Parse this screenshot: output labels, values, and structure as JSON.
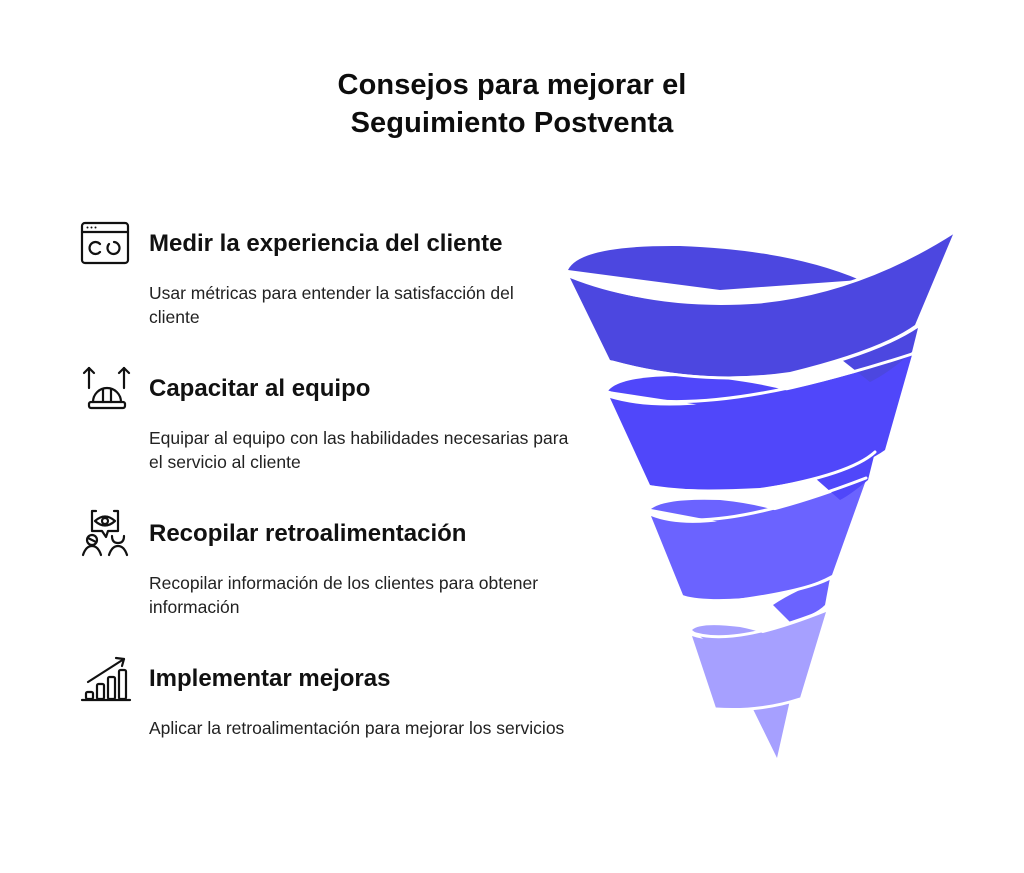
{
  "title": {
    "line1": "Consejos para mejorar el",
    "line2": "Seguimiento Postventa"
  },
  "items": [
    {
      "icon": "browser-dashboard-icon",
      "heading": "Medir la experiencia del cliente",
      "description": "Usar métricas para entender la satisfacción del cliente"
    },
    {
      "icon": "hardhat-arrows-up-icon",
      "heading": "Capacitar al equipo",
      "description": "Equipar al equipo con las habilidades necesarias para el servicio al cliente"
    },
    {
      "icon": "people-feedback-eye-icon",
      "heading": "Recopilar retroalimentación",
      "description": "Recopilar información de los clientes para obtener información"
    },
    {
      "icon": "growth-chart-icon",
      "heading": "Implementar mejoras",
      "description": "Aplicar la retroalimentación para mejorar los servicios"
    }
  ],
  "funnel": {
    "type": "spiral-funnel",
    "bands": 4,
    "colors": [
      "#4c47e0",
      "#5047fa",
      "#6b63ff",
      "#a6a0ff"
    ]
  }
}
